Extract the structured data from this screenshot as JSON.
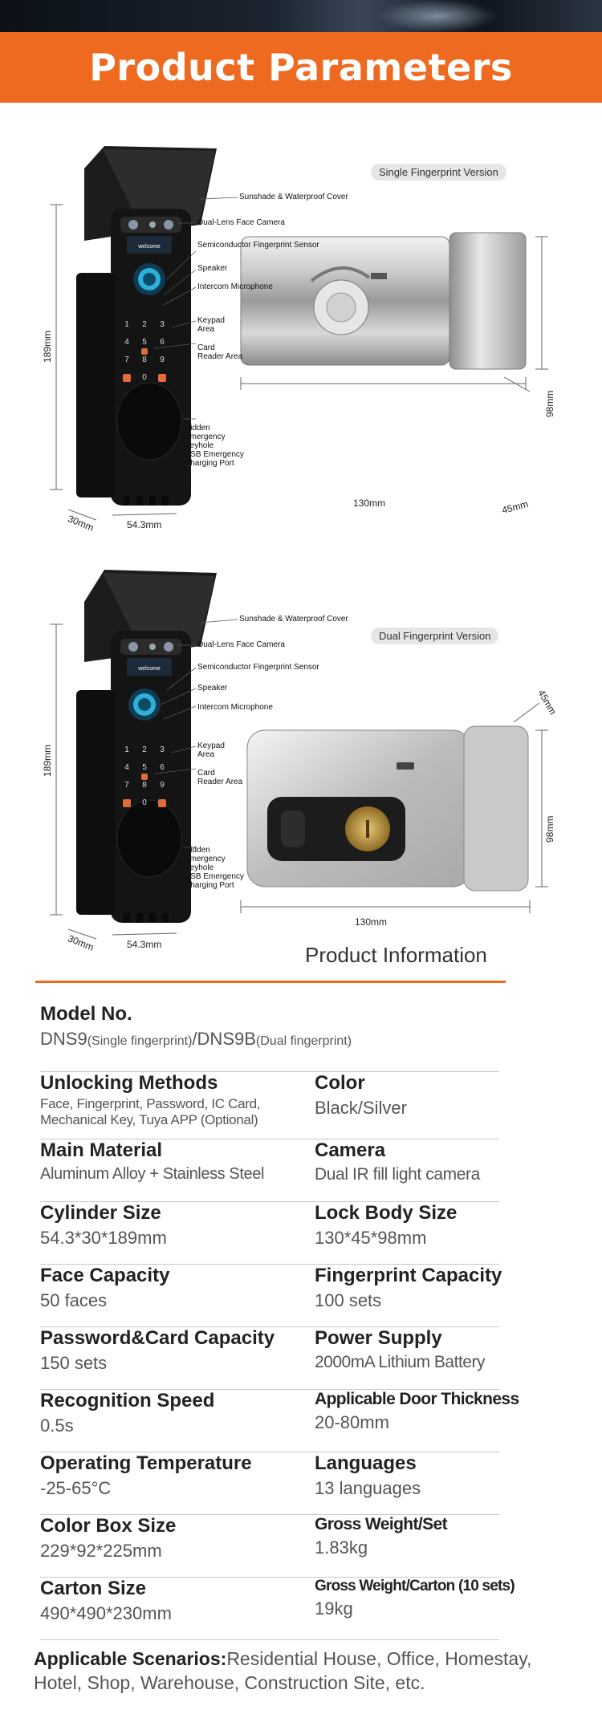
{
  "banner": {
    "title": "Product Parameters"
  },
  "figure1": {
    "version": "Single Fingerprint Version",
    "screen_text": "welcome",
    "callouts": [
      "Sunshade & Waterproof Cover",
      "Dual-Lens Face Camera",
      "Semiconductor Fingerprint Sensor",
      "Speaker",
      "Intercom Microphone",
      "Keypad\nArea",
      "Card\nReader Area",
      "Hidden\nEmergency\nKeyhole\nUSB Emergency\nCharging Port"
    ],
    "dims": {
      "height": "189mm",
      "depth": "30mm",
      "width": "54.3mm",
      "lock_width": "130mm",
      "lock_height": "98mm",
      "lock_depth": "45mm"
    },
    "keypad": [
      "1",
      "2",
      "3",
      "4",
      "5",
      "6",
      "7",
      "8",
      "9",
      "",
      "0",
      ""
    ]
  },
  "figure2": {
    "version": "Dual Fingerprint Version",
    "screen_text": "welcome",
    "callouts": [
      "Sunshade & Waterproof Cover",
      "Dual-Lens Face Camera",
      "Semiconductor Fingerprint Sensor",
      "Speaker",
      "Intercom Microphone",
      "Keypad\nArea",
      "Card\nReader Area",
      "Hidden\nEmergency\nKeyhole\nUSB Emergency\nCharging Port"
    ],
    "dims": {
      "height": "189mm",
      "depth": "30mm",
      "width": "54.3mm",
      "lock_width": "130mm",
      "lock_height": "98mm",
      "lock_depth": "45mm"
    },
    "keypad": [
      "1",
      "2",
      "3",
      "4",
      "5",
      "6",
      "7",
      "8",
      "9",
      "",
      "0",
      ""
    ]
  },
  "info": {
    "title": "Product Information"
  },
  "model": {
    "label": "Model No.",
    "v1": "DNS9",
    "n1": "(Single fingerprint)",
    "sep": "/",
    "v2": "DNS9B",
    "n2": "(Dual fingerprint)"
  },
  "specs": [
    {
      "l_label": "Unlocking Methods",
      "l_value": "Face, Fingerprint, Password, IC Card, Mechanical Key, Tuya APP (Optional)",
      "r_label": "Color",
      "r_value": "Black/Silver"
    },
    {
      "l_label": "Main Material",
      "l_value": "Aluminum Alloy + Stainless Steel",
      "r_label": "Camera",
      "r_value": "Dual IR fill light camera"
    },
    {
      "l_label": "Cylinder Size",
      "l_value": "54.3*30*189mm",
      "r_label": "Lock Body Size",
      "r_value": "130*45*98mm"
    },
    {
      "l_label": "Face Capacity",
      "l_value": "50 faces",
      "r_label": "Fingerprint Capacity",
      "r_value": "100 sets"
    },
    {
      "l_label": "Password&Card Capacity",
      "l_value": "150 sets",
      "r_label": "Power Supply",
      "r_value": "2000mA Lithium Battery"
    },
    {
      "l_label": "Recognition Speed",
      "l_value": "0.5s",
      "r_label": "Applicable Door Thickness",
      "r_value": "20-80mm"
    },
    {
      "l_label": "Operating Temperature",
      "l_value": "-25-65°C",
      "r_label": "Languages",
      "r_value": "13 languages"
    },
    {
      "l_label": "Color Box Size",
      "l_value": "229*92*225mm",
      "r_label": "Gross Weight/Set",
      "r_value": "1.83kg"
    },
    {
      "l_label": "Carton Size",
      "l_value": "490*490*230mm",
      "r_label": "Gross Weight/Carton (10 sets)",
      "r_value": "19kg"
    }
  ],
  "scenarios": {
    "label": "Applicable Scenarios:",
    "value": "Residential House, Office, Homestay, Hotel, Shop, Warehouse, Construction Site, etc."
  }
}
